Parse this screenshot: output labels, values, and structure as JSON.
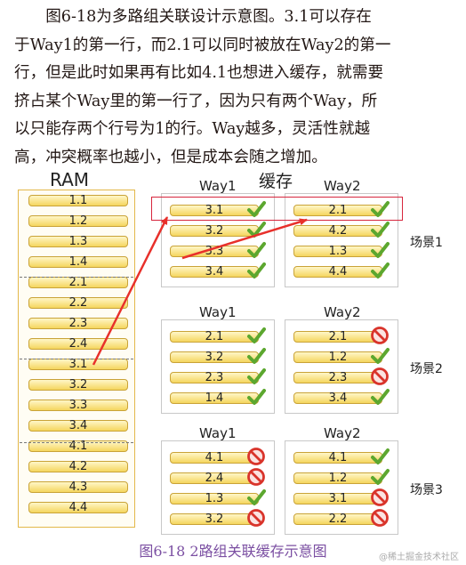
{
  "paragraph": [
    "图6-18为多路组关联设计示意图。3.1可以存在",
    "于Way1的第一行，而2.1可以同时被放在Way2的第一",
    "行，但是此时如果再有比如4.1也想进入缓存，就需要",
    "挤占某个Way里的第一行了，因为只有两个Way，所",
    "以只能存两个行号为1的行。Way越多，灵活性就越",
    "高，冲突概率也越小，但是成本会随之增加。"
  ],
  "ram": {
    "title": "RAM",
    "cells": [
      "1.1",
      "1.2",
      "1.3",
      "1.4",
      "2.1",
      "2.2",
      "2.3",
      "2.4",
      "3.1",
      "3.2",
      "3.3",
      "3.4",
      "4.1",
      "4.2",
      "4.3",
      "4.4"
    ]
  },
  "cache_title": "缓存",
  "scenes": [
    {
      "label": "场景1",
      "way1_title": "Way1",
      "way2_title": "Way2",
      "way1": [
        {
          "v": "3.1",
          "m": "check"
        },
        {
          "v": "3.2",
          "m": "check"
        },
        {
          "v": "3.3",
          "m": "check"
        },
        {
          "v": "3.4",
          "m": "check"
        }
      ],
      "way2": [
        {
          "v": "2.1",
          "m": "check"
        },
        {
          "v": "4.2",
          "m": "check"
        },
        {
          "v": "1.3",
          "m": "check"
        },
        {
          "v": "4.4",
          "m": "check"
        }
      ]
    },
    {
      "label": "场景2",
      "way1_title": "Way1",
      "way2_title": "Way2",
      "way1": [
        {
          "v": "2.1",
          "m": "check"
        },
        {
          "v": "3.2",
          "m": "check"
        },
        {
          "v": "2.3",
          "m": "check"
        },
        {
          "v": "1.4",
          "m": "check"
        }
      ],
      "way2": [
        {
          "v": "2.1",
          "m": "no"
        },
        {
          "v": "1.2",
          "m": "check"
        },
        {
          "v": "2.3",
          "m": "no"
        },
        {
          "v": "3.4",
          "m": "check"
        }
      ]
    },
    {
      "label": "场景3",
      "way1_title": "Way1",
      "way2_title": "Way2",
      "way1": [
        {
          "v": "4.1",
          "m": "no"
        },
        {
          "v": "2.4",
          "m": "no"
        },
        {
          "v": "1.3",
          "m": "check"
        },
        {
          "v": "3.2",
          "m": "no"
        }
      ],
      "way2": [
        {
          "v": "4.1",
          "m": "check"
        },
        {
          "v": "1.2",
          "m": "check"
        },
        {
          "v": "3.1",
          "m": "no"
        },
        {
          "v": "2.2",
          "m": "no"
        }
      ]
    }
  ],
  "caption": "图6-18   2路组关联缓存示意图",
  "watermark": "@稀土掘金技术社区",
  "colors": {
    "accent_red": "#d7263d",
    "check_green": "#5ca72f",
    "no_red": "#d9342b",
    "caption_purple": "#7b4fa2"
  }
}
